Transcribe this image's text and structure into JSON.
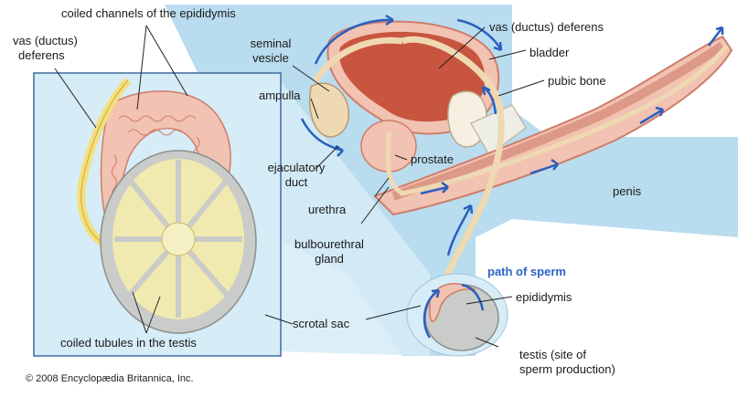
{
  "labels": {
    "coiled_channels": "coiled channels of the epididymis",
    "vas_left_1": "vas (ductus)",
    "vas_left_2": "deferens",
    "seminal_1": "seminal",
    "seminal_2": "vesicle",
    "ampulla": "ampulla",
    "ejaculatory_1": "ejaculatory",
    "ejaculatory_2": "duct",
    "prostate": "prostate",
    "urethra": "urethra",
    "bulbourethral_1": "bulbourethral",
    "bulbourethral_2": "gland",
    "vas_right": "vas (ductus) deferens",
    "bladder": "bladder",
    "pubic_bone": "pubic bone",
    "penis": "penis",
    "path_of_sperm": "path of sperm",
    "epididymis": "epididymis",
    "scrotal_sac": "scrotal sac",
    "testis_1": "testis (site of",
    "testis_2": "sperm production)",
    "coiled_tubules": "coiled tubules in the testis",
    "copyright": "© 2008 Encyclopædia Britannica, Inc."
  },
  "colors": {
    "background_light_blue": "#b9dcef",
    "panel_blue": "#d6ecf7",
    "tissue_pink": "#f2c2b2",
    "tissue_dark": "#cf7d6a",
    "bladder_red": "#c8553f",
    "duct_tan": "#efd9b3",
    "vas_yellow": "#f3e07a",
    "testis_gray": "#c9ccc8",
    "tubule_yellow": "#f0eab0",
    "arrow_blue": "#2a5fbf"
  }
}
